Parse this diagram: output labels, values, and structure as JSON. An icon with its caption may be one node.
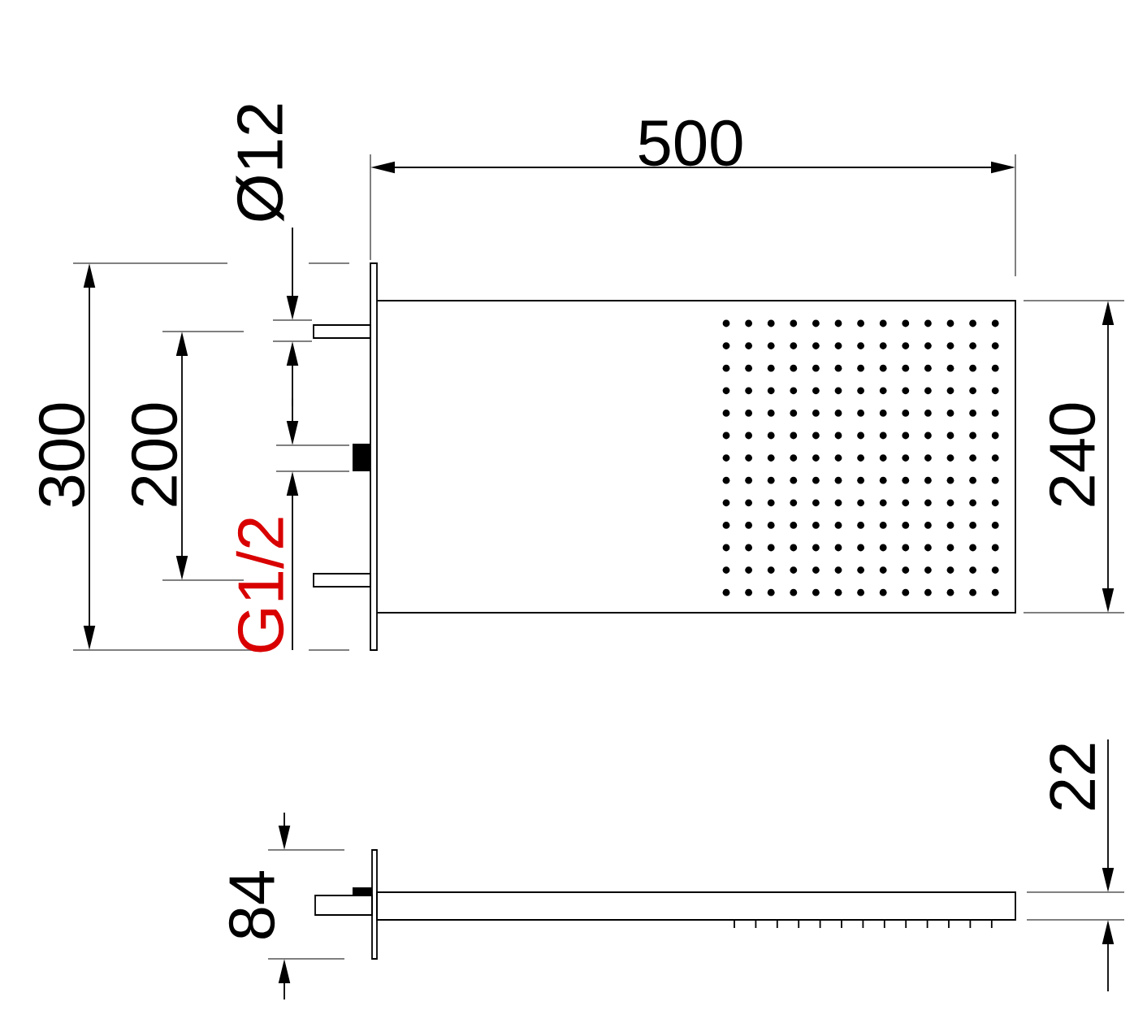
{
  "diagram": {
    "labels": [
      "500",
      "Ø12",
      "300",
      "200",
      "G1/2",
      "240",
      "22",
      "84"
    ]
  }
}
